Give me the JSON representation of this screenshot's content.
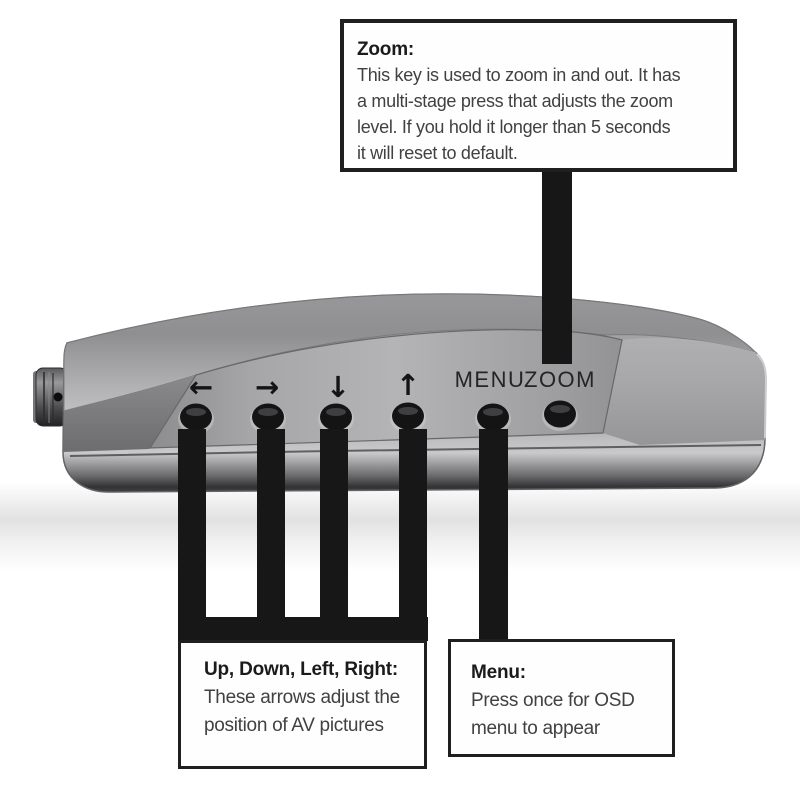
{
  "device": {
    "panel_labels": {
      "menu": "MENU",
      "zoom": "ZOOM"
    },
    "button_glyphs": {
      "left": "←",
      "right": "→",
      "down": "↓",
      "up": "↑"
    }
  },
  "callouts": {
    "zoom": {
      "title": "Zoom:",
      "lines": [
        "This key is used to zoom in and out. It has",
        "a multi-stage press that adjusts the zoom",
        "level. If you hold it longer than 5 seconds",
        "it will reset to default."
      ]
    },
    "arrows": {
      "title": "Up, Down, Left, Right:",
      "lines": [
        "These arrows adjust the",
        "position of AV pictures"
      ]
    },
    "menu": {
      "title": "Menu:",
      "lines": [
        "Press once for OSD",
        "menu to appear"
      ]
    }
  },
  "colors": {
    "background": "#ffffff",
    "leader_black": "#171717",
    "callout_border": "#1f1f1f",
    "title_text": "#1b1b1b",
    "body_text": "#414141",
    "device_silver": "#a5a5a7",
    "panel_label_text": "#242426",
    "button_black": "#141414"
  }
}
